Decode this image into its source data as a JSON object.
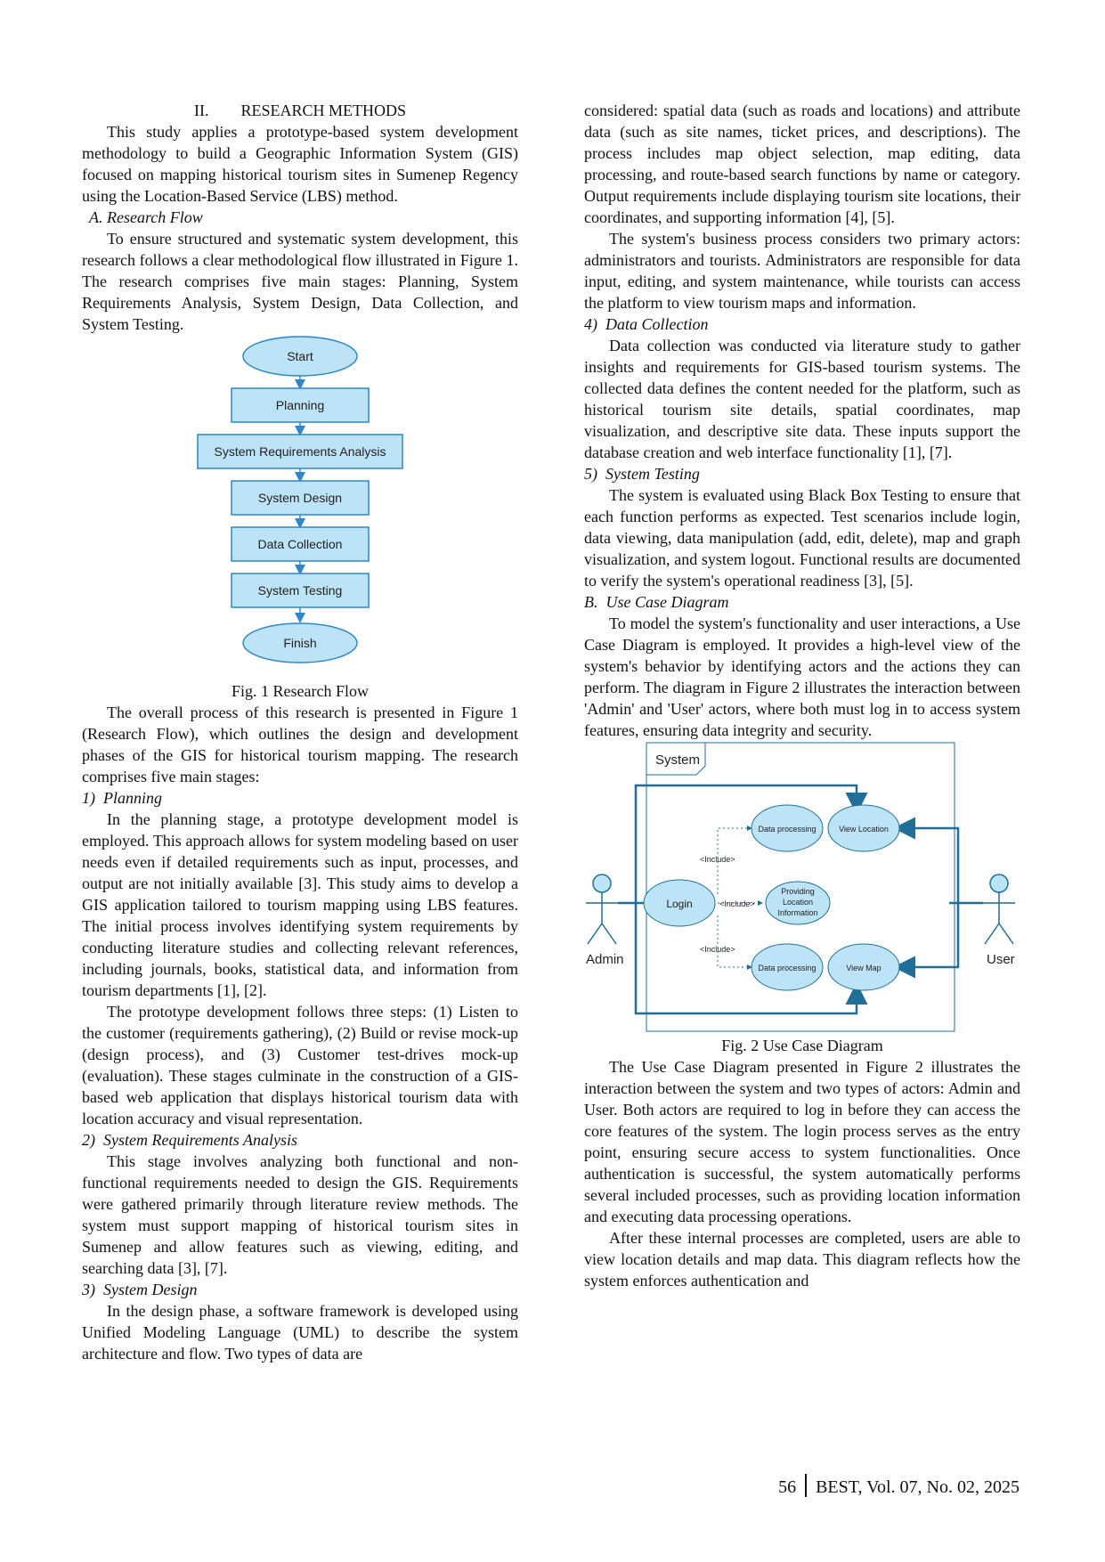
{
  "left": {
    "section_heading": "II.        RESEARCH METHODS",
    "intro": "This study applies a prototype-based system development methodology to build a Geographic Information System (GIS) focused on mapping historical tourism sites in Sumenep Regency using the Location-Based Service (LBS) method.",
    "sub_a": "A. Research Flow",
    "research_flow_p": "To ensure structured and systematic system development, this research follows a clear methodological flow illustrated in Figure 1. The research comprises five main stages: Planning, System Requirements Analysis, System Design, Data Collection, and System Testing.",
    "fig1_caption": "Fig. 1 Research Flow",
    "overall_p": "The overall process of this research is presented in Figure 1 (Research Flow), which outlines the design and development phases of the GIS for historical tourism mapping. The research comprises five main stages:",
    "h_planning": "1)  Planning",
    "planning_p": "In the planning stage, a prototype development model is employed. This approach allows for system modeling based on user needs even if detailed requirements such as input, processes, and output are not initially available [3]. This study aims to develop a GIS application tailored to tourism mapping using LBS features. The initial process involves identifying system requirements by conducting literature studies and collecting relevant references, including journals, books, statistical data, and information from tourism departments [1], [2].",
    "prototype_p": "The prototype development follows three steps: (1) Listen to the customer (requirements gathering), (2) Build or revise mock-up (design process), and (3) Customer test-drives mock-up (evaluation). These stages culminate in the construction of a GIS-based web application that displays historical tourism data with location accuracy and visual representation.",
    "h_sra": "2)  System Requirements Analysis",
    "sra_p": "This stage involves analyzing both functional and non-functional requirements needed to design the GIS. Requirements were gathered primarily through literature review methods. The system must support mapping of historical tourism sites in Sumenep and allow features such as viewing, editing, and searching data [3], [7].",
    "h_design": "3)  System Design",
    "design_p": "In the design phase, a software framework is developed using Unified Modeling Language (UML) to describe the system architecture and flow. Two types of data are"
  },
  "right": {
    "cont_p": "considered: spatial data (such as roads and locations) and attribute data (such as site names, ticket prices, and descriptions). The process includes map object selection, map editing, data processing, and route-based search functions by name or category. Output requirements include displaying tourism site locations, their coordinates, and supporting information [4], [5].",
    "business_p": "The system's business process considers two primary actors: administrators and tourists. Administrators are responsible for data input, editing, and system maintenance, while tourists can access the platform to view tourism maps and information.",
    "h_collection": "4)  Data Collection",
    "collection_p": "Data collection was conducted via literature study to gather insights and requirements for GIS-based tourism systems. The collected data defines the content needed for the platform, such as historical tourism site details, spatial coordinates, map visualization, and descriptive site data. These inputs support the database creation and web interface functionality [1], [7].",
    "h_testing": "5)  System Testing",
    "testing_p": "The system is evaluated using Black Box Testing to ensure that each function performs as expected. Test scenarios include login, data viewing, data manipulation (add, edit, delete), map and graph visualization, and system logout. Functional results are documented to verify the system's operational readiness [3], [5].",
    "sub_b": "B.  Use Case Diagram",
    "usecase_p": "To model the system's functionality and user interactions, a Use Case Diagram is employed. It provides a high-level view of the system's behavior by identifying actors and the actions they can perform. The diagram in Figure 2 illustrates the interaction between 'Admin' and 'User' actors, where both must log in to access system features, ensuring data integrity and security.",
    "fig2_caption": "Fig. 2 Use Case Diagram",
    "fig2_p": "The Use Case Diagram presented in Figure 2 illustrates the interaction between the system and two types of actors: Admin and User. Both actors are required to log in before they can access the core features of the system. The login process serves as the entry point, ensuring secure access to system functionalities. Once authentication is successful, the system automatically performs several included processes, such as providing location information and executing data processing operations.",
    "after_p": "After these internal processes are completed, users are able to view location details and map data. This diagram reflects how the system enforces authentication and"
  },
  "flowchart": {
    "start": "Start",
    "steps": [
      "Planning",
      "System Requirements Analysis",
      "System Design",
      "Data Collection",
      "System Testing"
    ],
    "finish": "Finish",
    "fill_color": "#bde3f7",
    "stroke_color": "#2f86c8"
  },
  "usecase": {
    "system_label": "System",
    "actor_admin": "Admin",
    "actor_user": "User",
    "login": "Login",
    "data_processing_top": "Data processing",
    "view_location": "View Location",
    "providing_line1": "Providing",
    "providing_line2": "Location",
    "providing_line3": "Information",
    "data_processing_bottom": "Data processing",
    "view_map": "View Map",
    "include_label": "<Include>",
    "include_label_mid": "<Include>",
    "include_label_low": "<Include>",
    "line_color": "#1f6f96",
    "usecase_fill": "#bde3f7"
  },
  "footer": {
    "page_number": "56",
    "journal": "BEST, Vol. 07, No. 02, 2025"
  }
}
